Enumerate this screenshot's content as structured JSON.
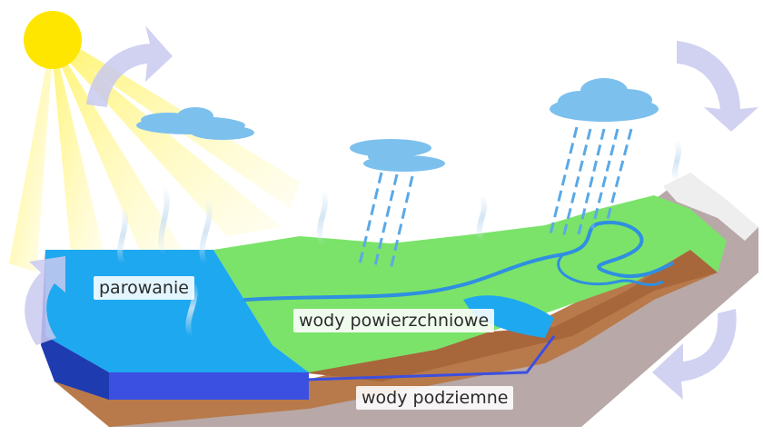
{
  "labels": {
    "evaporation": "parowanie",
    "surface_water": "wody powierzchniowe",
    "groundwater": "wody podziemne"
  },
  "colors": {
    "sun": "#ffe600",
    "sun_rays": "#fff36b",
    "lake": "#1ea8f0",
    "lake_deep": "#3b4fe0",
    "land": "#7be36a",
    "soil": "#b87a4a",
    "bedrock": "#b8a8a8",
    "cloud": "#7cc0ee",
    "rain": "#5aa9e6",
    "river": "#2f8fe0",
    "cycle_arrow": "#c9c9ee",
    "vapor": "#cfe3f3"
  },
  "icons": [
    "sun-icon",
    "cloud-icon",
    "rain-icon",
    "cycle-arrow-icon",
    "vapor-icon"
  ]
}
